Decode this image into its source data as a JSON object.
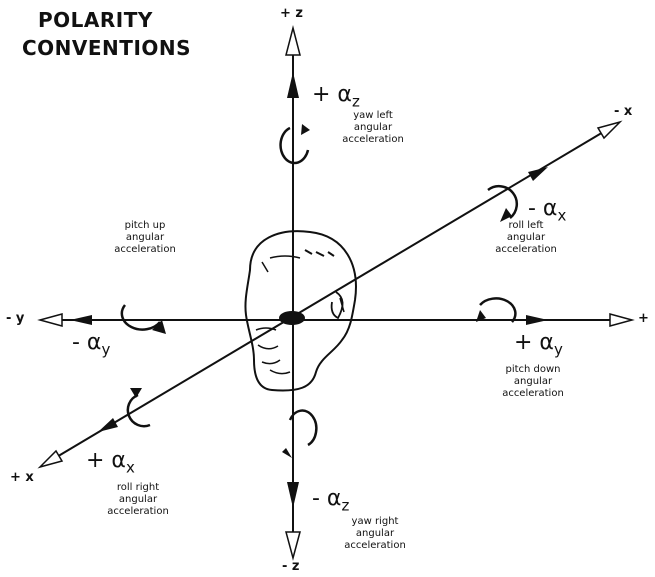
{
  "title": {
    "line1": "POLARITY",
    "line2": "CONVENTIONS"
  },
  "axes": {
    "plus_z": "+ z",
    "minus_z": "- z",
    "minus_y": "- y",
    "plus_y": "+",
    "minus_x": "- x",
    "plus_x": "+ x"
  },
  "rotations": {
    "plus_az": {
      "symbol": "+ α",
      "sub": "z",
      "desc": [
        "yaw left",
        "angular",
        "acceleration"
      ]
    },
    "minus_az": {
      "symbol": "- α",
      "sub": "z",
      "desc": [
        "yaw right",
        "angular",
        "acceleration"
      ]
    },
    "minus_ax": {
      "symbol": "- α",
      "sub": "x",
      "desc": [
        "roll left",
        "angular",
        "acceleration"
      ]
    },
    "plus_ax": {
      "symbol": "+ α",
      "sub": "x",
      "desc": [
        "roll right",
        "angular",
        "acceleration"
      ]
    },
    "minus_ay": {
      "symbol": "- α",
      "sub": "y",
      "desc": [
        "pitch up",
        "angular",
        "acceleration"
      ]
    },
    "plus_ay": {
      "symbol": "+ α",
      "sub": "y",
      "desc": [
        "pitch down",
        "angular",
        "acceleration"
      ]
    }
  }
}
